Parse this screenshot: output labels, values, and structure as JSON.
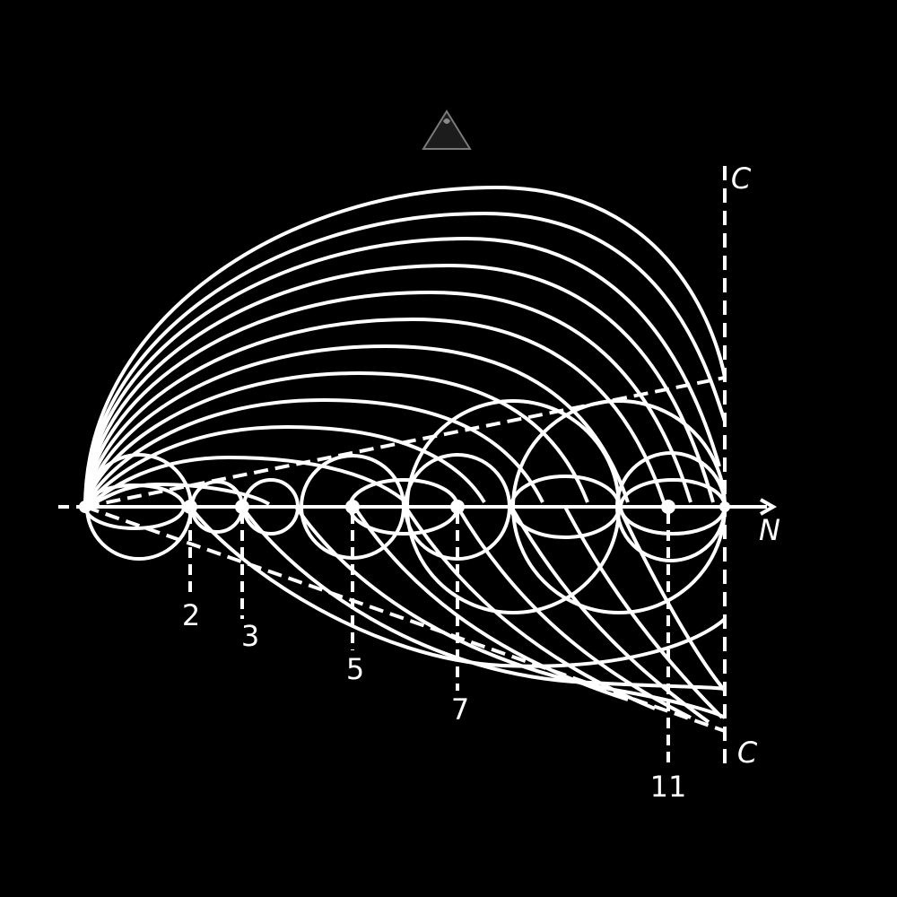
{
  "diagram": {
    "kind": "prime-number-wave-sieve",
    "colors": {
      "background": "#000000",
      "line": "#ffffff",
      "logo": "#8a8a8a"
    },
    "axis": {
      "label": "N"
    },
    "limit_line": {
      "top_label": "C",
      "bottom_label": "C"
    },
    "markers": [
      {
        "label": "2"
      },
      {
        "label": "3"
      },
      {
        "label": "5"
      },
      {
        "label": "7"
      },
      {
        "label": "11"
      }
    ],
    "logo": {
      "icon": "triangle-logo-icon",
      "lines": [
        "",
        "",
        ""
      ]
    }
  }
}
